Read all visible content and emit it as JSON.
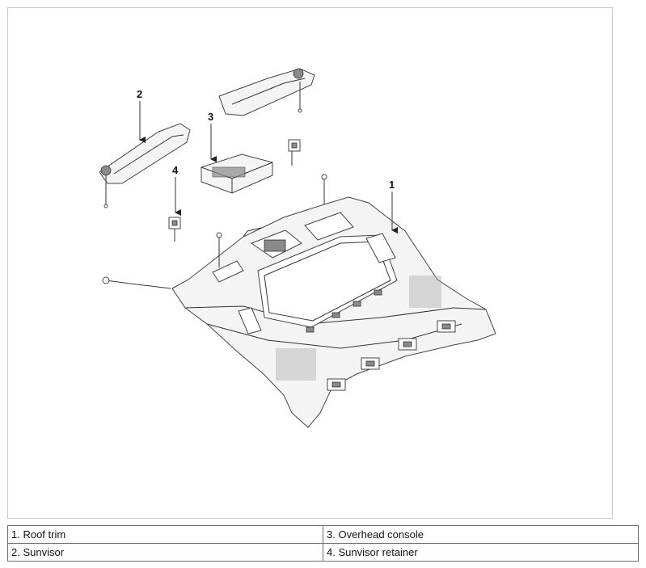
{
  "callouts": [
    {
      "id": "1",
      "label": "1"
    },
    {
      "id": "2",
      "label": "2"
    },
    {
      "id": "3",
      "label": "3"
    },
    {
      "id": "4",
      "label": "4"
    }
  ],
  "legend": {
    "rows": [
      [
        "1. Roof trim",
        "3. Overhead console"
      ],
      [
        "2. Sunvisor",
        "4. Sunvisor retainer"
      ]
    ]
  }
}
